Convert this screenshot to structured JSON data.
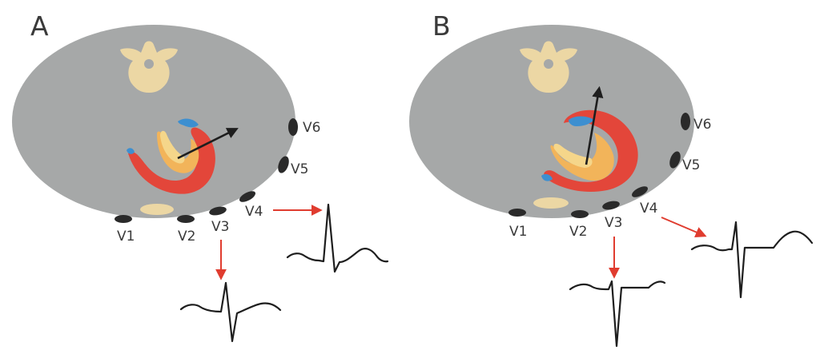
{
  "panels": [
    {
      "label": "A",
      "leads": [
        "V1",
        "V2",
        "V3",
        "V4",
        "V5",
        "V6"
      ]
    },
    {
      "label": "B",
      "leads": [
        "V1",
        "V2",
        "V3",
        "V4",
        "V5",
        "V6"
      ]
    }
  ],
  "colors": {
    "torso": "#a6a8a8",
    "spine": "#ecd7a4",
    "myocardium_outer": "#e3463a",
    "myocardium_inner": "#f2b45a",
    "activation_early": "#3d8fd0",
    "arrow": "#e03c2f",
    "vector": "#1e1e1e"
  },
  "icons": [
    "vertebra-icon",
    "heart-cross-section-icon",
    "electrode-icon",
    "ecg-trace-icon",
    "vector-arrow-icon"
  ]
}
